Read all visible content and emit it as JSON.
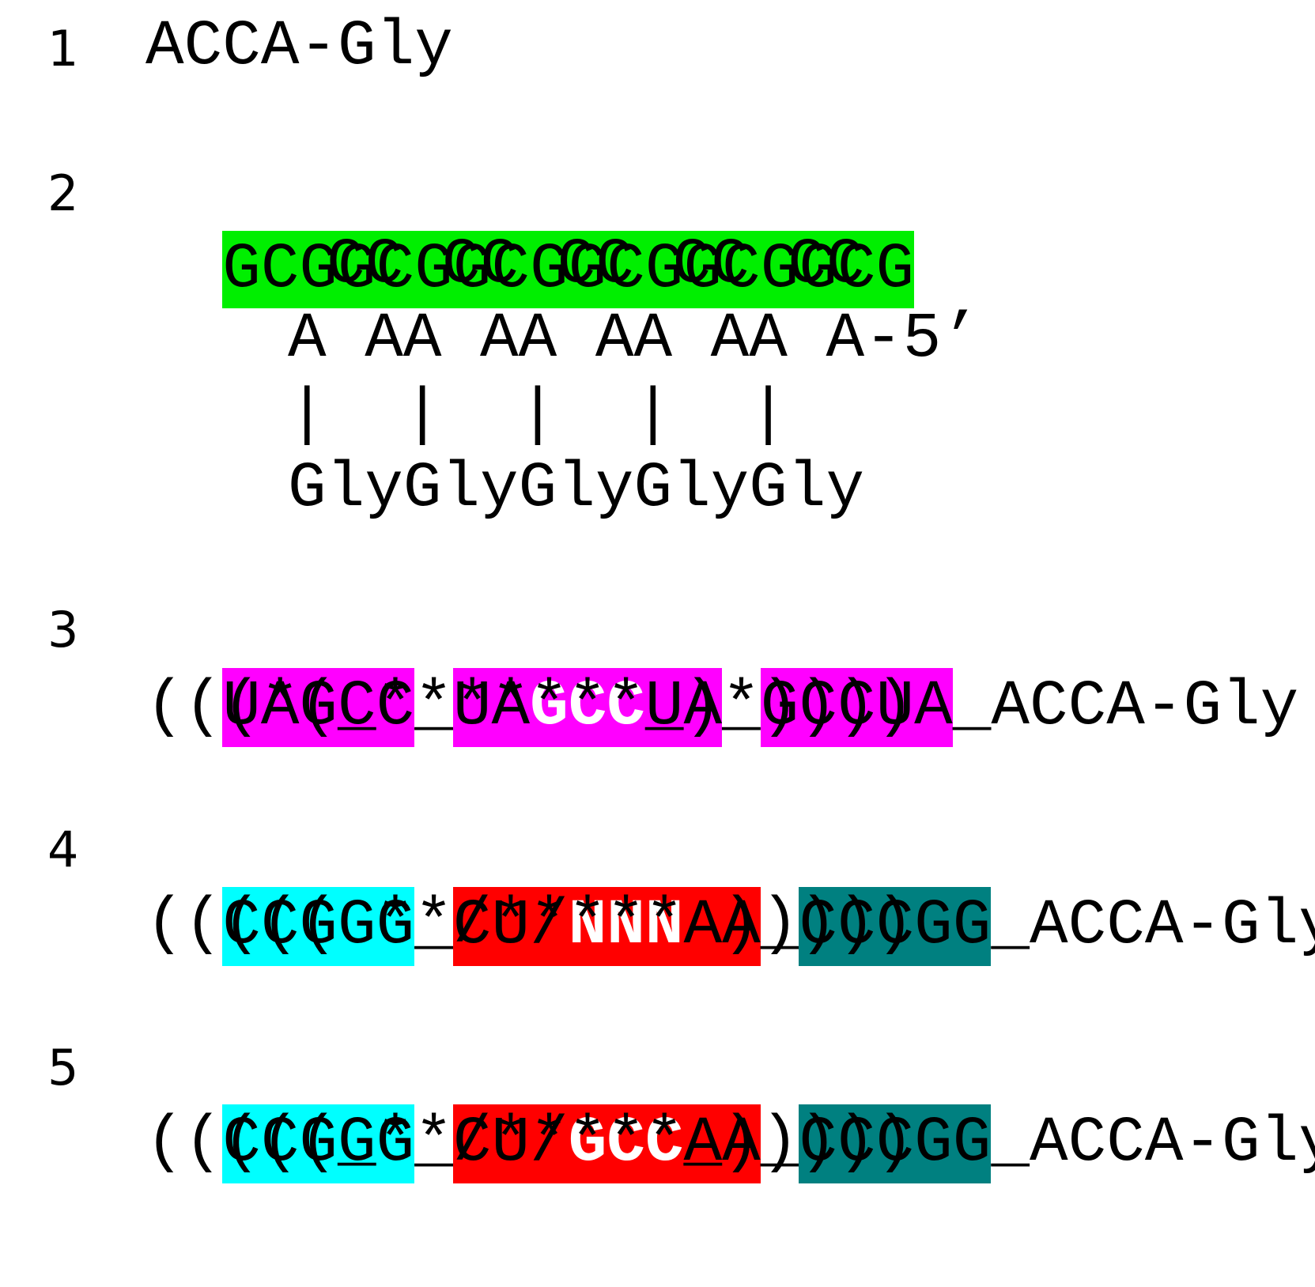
{
  "colors": {
    "green": "#00ef00",
    "magenta": "#ff00ff",
    "cyan": "#00ffff",
    "red": "#ff0000",
    "teal": "#008080"
  },
  "rows": {
    "r1": {
      "num": "1",
      "seq": "ACCA-Gly"
    },
    "r2": {
      "num": "2",
      "seq": "GCGGCGGCGGCGGCGGCG",
      "line_cc": "CC CC CC CC CC",
      "line_aa": "A AA AA AA AA A-5’",
      "line_bars": "|  |  |  |  |",
      "line_gly": "GlyGlyGlyGlyGly"
    },
    "r3": {
      "num": "3",
      "seg1": "UAGCC",
      "gap1": "_",
      "seg2a": "UA",
      "seg2b": "GCC",
      "seg2c": "UA",
      "gap2": "_",
      "seg3": "GCCUA",
      "tail": "_ACCA-Gly",
      "struct": "(((*(_*******_)*))))"
    },
    "r4": {
      "num": "4",
      "seg1": "CCGGG",
      "gap1": "_",
      "seg2a": "CU/",
      "seg2b": "NNN",
      "seg2c": "AA",
      "gap2": "_",
      "seg3": "CCCGG",
      "tail": "_ACCA-Gly",
      "struct": "((((( **/***** )))))"
    },
    "r5": {
      "num": "5",
      "seg1": "CCGGG",
      "gap1": "_",
      "seg2a": "CU/",
      "seg2b": "GCC",
      "seg2c": "AA",
      "gap2": "_",
      "seg3": "CCCGG",
      "tail": "_ACCA-Gly",
      "struct": "(((((_**/*****_)))))"
    }
  }
}
